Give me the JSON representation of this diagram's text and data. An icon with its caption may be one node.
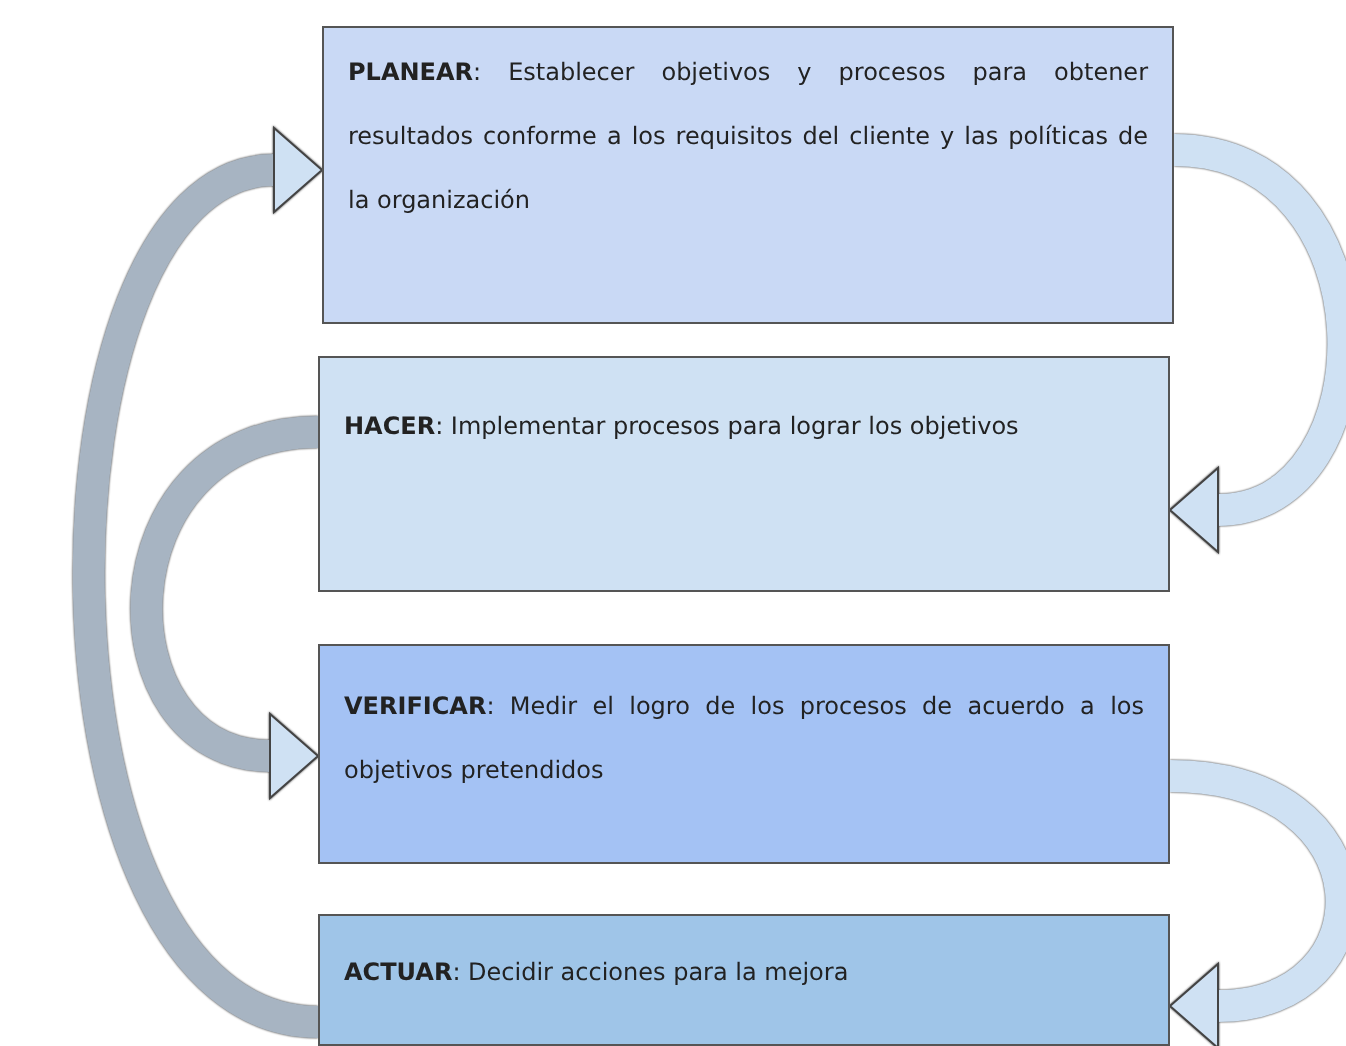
{
  "diagram": {
    "nodes": [
      {
        "text": [
          "**PLANEAR**: Establecer objetivos y procesos para obtener resultados conforme a los requisitos del cliente y las políticas de la organización"
        ]
      },
      {
        "text": [
          "**HACER**: Implementar procesos para lograr los objetivos"
        ]
      },
      {
        "text": [
          "**VERIFICAR**: Medir el logro de los procesos de acuerdo a los objetivos pretendidos"
        ]
      },
      {
        "text": [
          "**ACTUAR**: Decidir acciones para la mejora"
        ]
      }
    ],
    "edges": [
      {
        "from": 0,
        "to": 1,
        "arrow": "to"
      },
      {
        "from": 1,
        "to": 2,
        "arrow": "to"
      },
      {
        "from": 2,
        "to": 3,
        "arrow": "to"
      },
      {
        "from": 3,
        "to": 0,
        "arrow": "to"
      }
    ]
  }
}
